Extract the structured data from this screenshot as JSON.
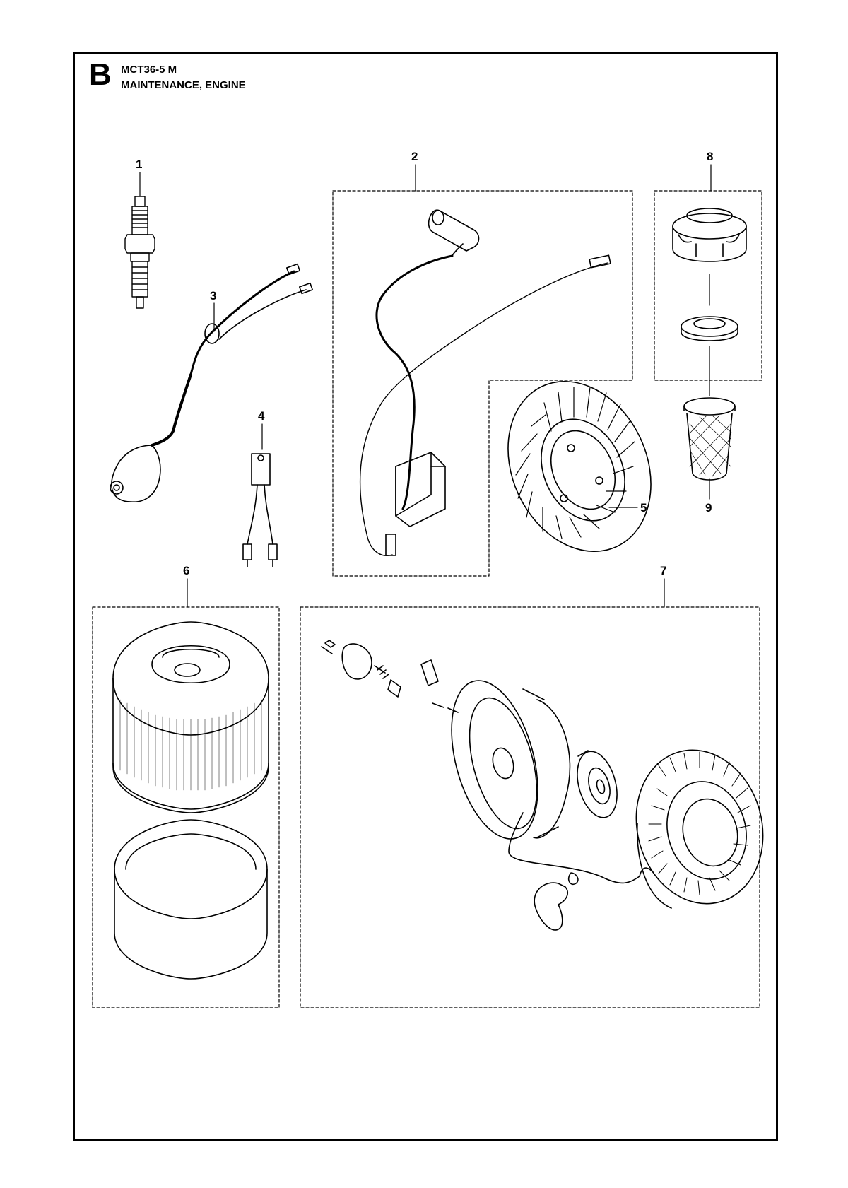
{
  "header": {
    "section_letter": "B",
    "model": "MCT36-5 M",
    "title": "MAINTENANCE, ENGINE"
  },
  "callouts": [
    "1",
    "2",
    "3",
    "4",
    "5",
    "6",
    "7",
    "8",
    "9"
  ]
}
